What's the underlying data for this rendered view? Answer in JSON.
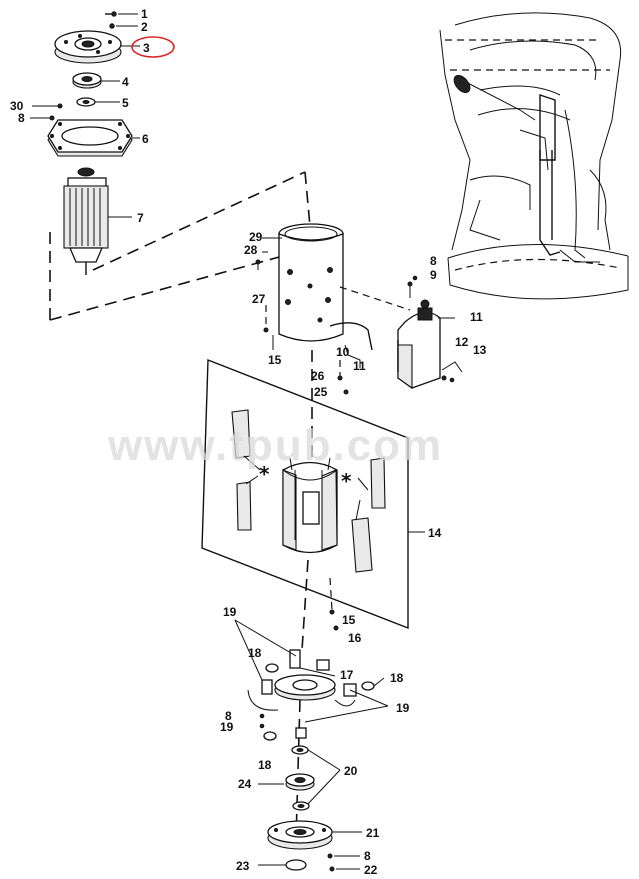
{
  "labels": {
    "l1": "1",
    "l2": "2",
    "l3": "3",
    "l4": "4",
    "l5": "5",
    "l30": "30",
    "l8a": "8",
    "l6": "6",
    "l7": "7",
    "l29": "29",
    "l28": "28",
    "l27": "27",
    "l15a": "15",
    "l10": "10",
    "l11a": "11",
    "l26": "26",
    "l25": "25",
    "l8b": "8",
    "l9": "9",
    "l11b": "11",
    "l12": "12",
    "l13": "13",
    "l14": "14",
    "star1": "*",
    "star2": "*",
    "l15b": "15",
    "l16": "16",
    "l19a": "19",
    "l18a": "18",
    "l17": "17",
    "l18b": "18",
    "l19b": "19",
    "l8c": "8",
    "l19c": "19",
    "l18c": "18",
    "l20": "20",
    "l24": "24",
    "l21": "21",
    "l8d": "8",
    "l23": "23",
    "l22": "22"
  },
  "watermark": "www.tpub.com",
  "colors": {
    "line": "#111111",
    "callout": "#dd2222",
    "watermark": "#d9d9d9"
  },
  "highlighted_label": "3"
}
